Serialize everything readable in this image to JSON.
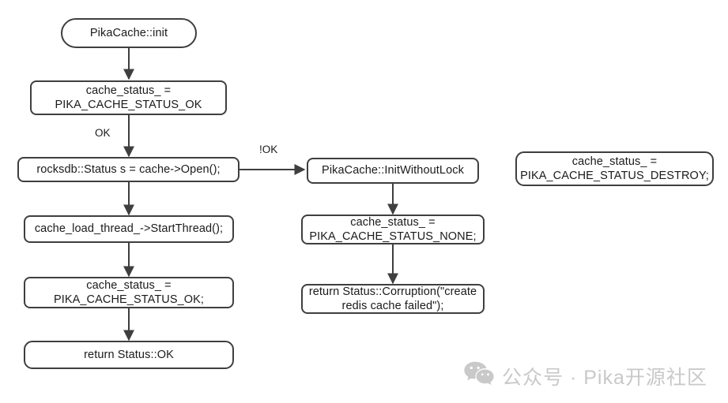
{
  "diagram": {
    "type": "flowchart",
    "title": "PikaCache::init flow",
    "background_color": "#ffffff",
    "stroke_color": "#3f3f3f",
    "text_color": "#1a1a1a",
    "nodes": [
      {
        "id": "start",
        "label": "PikaCache::init",
        "shape": "stadium"
      },
      {
        "id": "status_ok",
        "label": "cache_status_ =\nPIKA_CACHE_STATUS_OK",
        "shape": "rounded-rect"
      },
      {
        "id": "open",
        "label": "rocksdb::Status s = cache->Open();",
        "shape": "rounded-rect"
      },
      {
        "id": "start_thread",
        "label": "cache_load_thread_->StartThread();",
        "shape": "rounded-rect"
      },
      {
        "id": "status_ok_semi",
        "label": "cache_status_ =\nPIKA_CACHE_STATUS_OK;",
        "shape": "rounded-rect"
      },
      {
        "id": "return_ok",
        "label": "return Status::OK",
        "shape": "rounded-rect"
      },
      {
        "id": "init_nolock",
        "label": "PikaCache::InitWithoutLock",
        "shape": "rounded-rect"
      },
      {
        "id": "status_none",
        "label": "cache_status_ =\nPIKA_CACHE_STATUS_NONE;",
        "shape": "rounded-rect"
      },
      {
        "id": "return_corrupt",
        "label": "return Status::Corruption(\"create\nredis cache failed\");",
        "shape": "rounded-rect"
      },
      {
        "id": "status_destroy",
        "label": "cache_status_ =\nPIKA_CACHE_STATUS_DESTROY;",
        "shape": "rounded-rect"
      }
    ],
    "edges": [
      {
        "from": "start",
        "to": "status_ok",
        "label": ""
      },
      {
        "from": "status_ok",
        "to": "open",
        "label": "OK"
      },
      {
        "from": "open",
        "to": "start_thread",
        "label": ""
      },
      {
        "from": "start_thread",
        "to": "status_ok_semi",
        "label": ""
      },
      {
        "from": "status_ok_semi",
        "to": "return_ok",
        "label": ""
      },
      {
        "from": "open",
        "to": "init_nolock",
        "label": "!OK"
      },
      {
        "from": "init_nolock",
        "to": "status_none",
        "label": ""
      },
      {
        "from": "status_none",
        "to": "return_corrupt",
        "label": ""
      }
    ]
  },
  "watermark": {
    "icon": "wechat-icon",
    "text": "公众号 · Pika开源社区",
    "color": "#c9c9c9"
  }
}
